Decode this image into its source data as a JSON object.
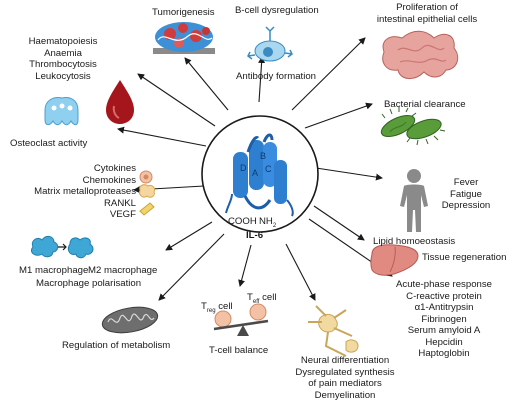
{
  "center": {
    "label": "IL-6",
    "cooh": "COOH",
    "nh2": "NH",
    "nh2_sub": "2",
    "helix_a": "A",
    "helix_b": "B",
    "helix_c": "C",
    "helix_d": "D"
  },
  "effects": {
    "tumorigenesis": "Tumorigenesis",
    "bcell_dysregulation": "B-cell dysregulation",
    "antibody_formation": "Antibody formation",
    "proliferation": [
      "Proliferation of",
      "intestinal epithelial cells"
    ],
    "haematology": [
      "Haematopoiesis",
      "Anaemia",
      "Thrombocytosis",
      "Leukocytosis"
    ],
    "bacterial_clearance": "Bacterial clearance",
    "osteoclast_activity": "Osteoclast activity",
    "systemic": [
      "Fever",
      "Fatigue",
      "Depression"
    ],
    "mediators": [
      "Cytokines",
      "Chemokines",
      "Matrix metalloproteases",
      "RANKL",
      "VEGF"
    ],
    "lipid_homoeostasis": "Lipid homoeostasis",
    "tissue_regeneration": "Tissue regeneration",
    "m1_macrophage": "M1 macrophage",
    "m2_macrophage": "M2 macrophage",
    "macrophage_polarisation": "Macrophage polarisation",
    "acute_phase": [
      "Acute-phase response",
      "C-reactive protein",
      "α1-Antitrypsin",
      "Fibrinogen",
      "Serum amyloid A",
      "Hepcidin",
      "Haptoglobin"
    ],
    "regulation_metabolism": "Regulation of metabolism",
    "treg_cell": "T",
    "treg_sub": "reg",
    "treg_cell_word": " cell",
    "teff_cell": "T",
    "teff_sub": "eff",
    "teff_cell_word": " cell",
    "tcell_balance": "T-cell balance",
    "neural": [
      "Neural differentiation",
      "Dysregulated synthesis",
      "of pain mediators",
      "Demyelination"
    ]
  },
  "colors": {
    "helix": "#2f7fd0",
    "helix_dark": "#1c5fa8",
    "arrow": "#1a1a1a",
    "tumour_red": "#d23b3b",
    "tumour_blue": "#3d8fd6",
    "intestine": "#e7a39e",
    "drop": "#a5161c",
    "osteoclast": "#8fcfef",
    "bacteria": "#5a9b3a",
    "liver": "#e08a82",
    "human": "#8a8a8a",
    "macrophage": "#3fa7d6",
    "mito": "#6e6e6e",
    "neuron": "#f2d9a0"
  },
  "icons": [
    "tumour-icon",
    "b-cell-icon",
    "intestine-icon",
    "blood-drop-icon",
    "osteoclast-icon",
    "bacteria-icon",
    "human-figure-icon",
    "cell-mediator-icons",
    "liver-icon",
    "macrophage-icon",
    "mitochondrion-icon",
    "balance-scale-icon",
    "neuron-icon"
  ]
}
